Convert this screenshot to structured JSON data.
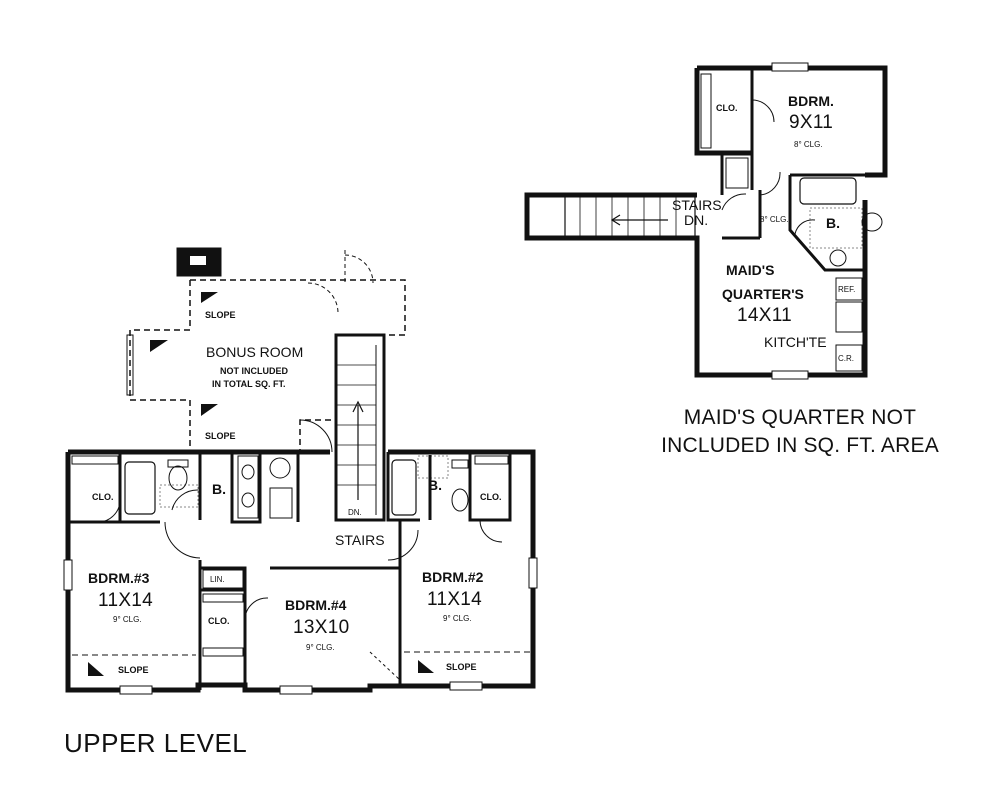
{
  "upper": {
    "level_title": "UPPER LEVEL",
    "bonus_room": {
      "name": "BONUS ROOM",
      "note_line1": "NOT INCLUDED",
      "note_line2": "IN TOTAL SQ. FT.",
      "slope": "SLOPE"
    },
    "rooms": {
      "bdrm3": {
        "name": "BDRM.#3",
        "size": "11X14",
        "ceiling": "9° CLG."
      },
      "bdrm2": {
        "name": "BDRM.#2",
        "size": "11X14",
        "ceiling": "9° CLG."
      },
      "bdrm4": {
        "name": "BDRM.#4",
        "size": "13X10",
        "ceiling": "9° CLG."
      }
    },
    "labels": {
      "clo": "CLO.",
      "bath": "B.",
      "lin": "LIN.",
      "stairs": "STAIRS",
      "dn": "DN.",
      "slope": "SLOPE"
    }
  },
  "maid": {
    "bdrm": {
      "name": "BDRM.",
      "size": "9X11",
      "ceiling": "8° CLG."
    },
    "quarters": {
      "name_line1": "MAID'S",
      "name_line2": "QUARTER'S",
      "size": "14X11"
    },
    "labels": {
      "clo": "CLO.",
      "stairs": "STAIRS",
      "dn": "DN.",
      "ceiling": "8° CLG.",
      "bath": "B.",
      "ref": "REF.",
      "kitchenette": "KITCH'TE",
      "cr": "C.R."
    },
    "note_line1": "MAID'S QUARTER NOT",
    "note_line2": "INCLUDED IN SQ. FT. AREA"
  }
}
